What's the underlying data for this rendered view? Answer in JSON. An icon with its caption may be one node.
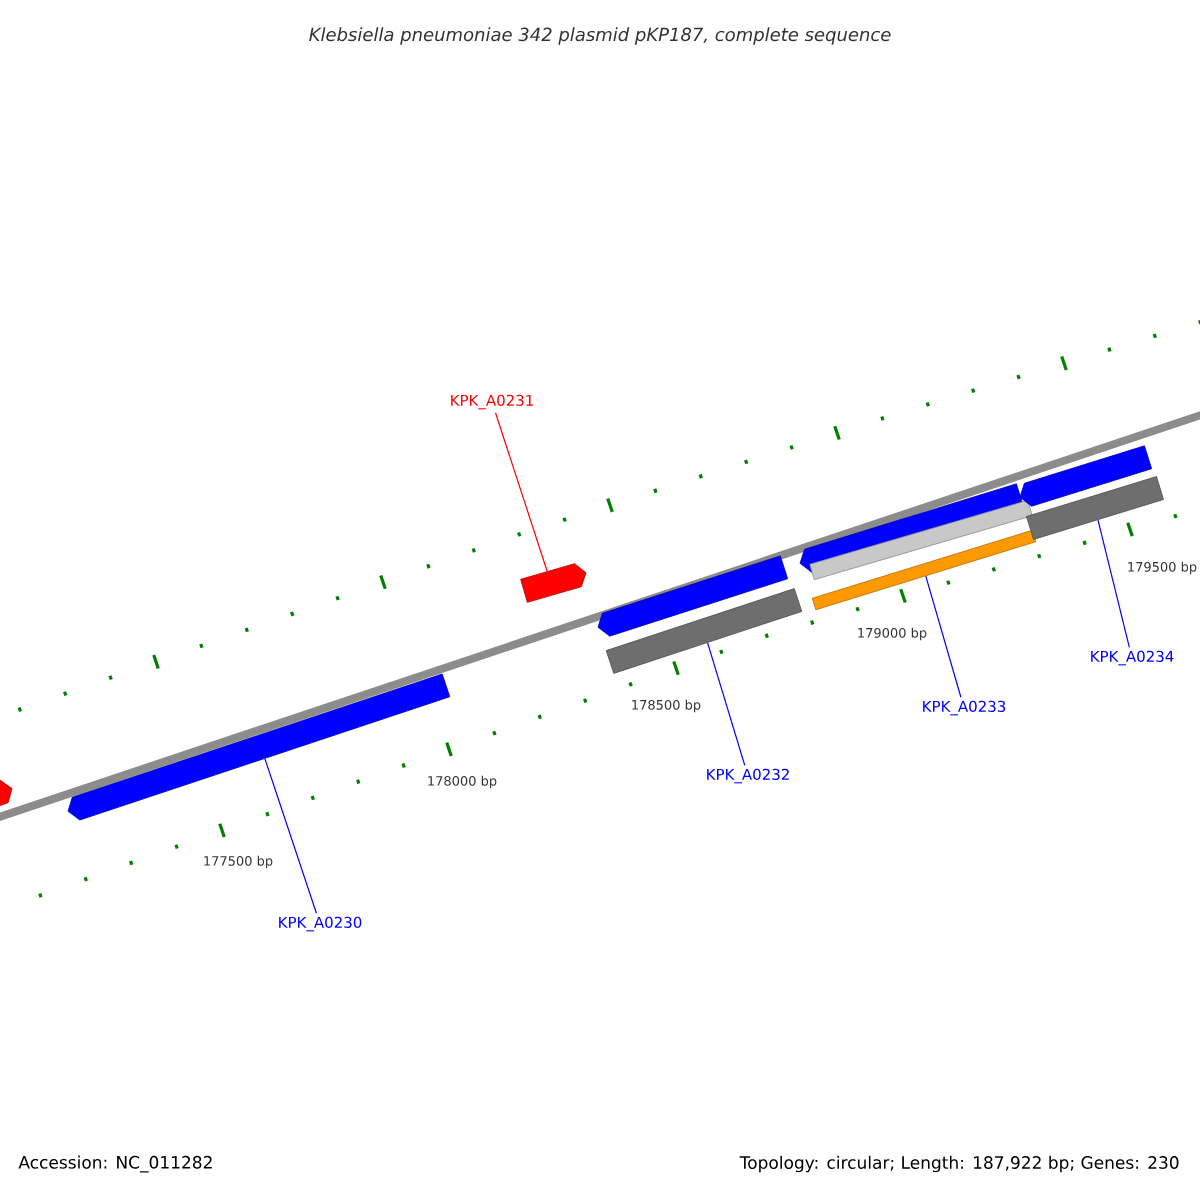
{
  "diagram": {
    "title": "Klebsiella pneumoniae 342 plasmid pKP187, complete sequence",
    "nodes": [
      {
        "text": [],
        "shape": "arrow"
      },
      {
        "text": [
          "KPK_A0231"
        ]
      },
      {
        "text": [],
        "shape": "arrow"
      },
      {
        "text": [],
        "shape": "arrow"
      },
      {
        "text": [
          "KPK_A0230"
        ]
      },
      {
        "text": [],
        "shape": "arrow"
      },
      {
        "text": [],
        "shape": "bar"
      },
      {
        "text": [
          "KPK_A0232"
        ]
      },
      {
        "text": [],
        "shape": "arrow"
      },
      {
        "text": [],
        "shape": "bar"
      },
      {
        "text": [],
        "shape": "bar"
      },
      {
        "text": [
          "KPK_A0233"
        ]
      },
      {
        "text": [],
        "shape": "arrow"
      },
      {
        "text": [],
        "shape": "bar"
      },
      {
        "text": [
          "KPK_A0234"
        ]
      }
    ],
    "edges": [
      {
        "from": 1,
        "to": 2,
        "arrow": "none",
        "color": "#ff0000"
      },
      {
        "from": 4,
        "to": 3,
        "arrow": "none"
      },
      {
        "from": 7,
        "to": 6,
        "arrow": "none"
      },
      {
        "from": 11,
        "to": 10,
        "arrow": "none"
      },
      {
        "from": 14,
        "to": 13,
        "arrow": "none"
      }
    ],
    "labels": [
      "177500 bp",
      "178000 bp",
      "178500 bp",
      "179000 bp",
      "179500 bp",
      "Accession: NC_011282",
      "Topology: circular; Length: 187,922 bp; Genes: 230"
    ]
  }
}
